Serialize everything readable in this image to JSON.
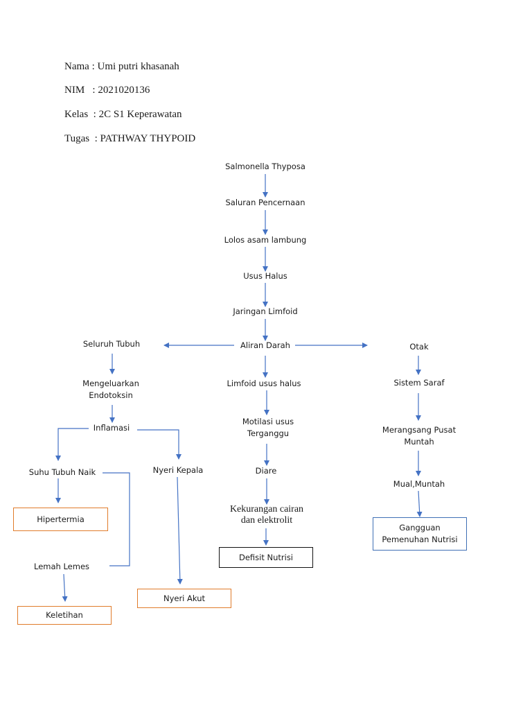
{
  "header": {
    "nama": "Nama : Umi putri khasanah",
    "nim": "NIM   : 2021020136",
    "kelas": "Kelas  : 2C S1 Keperawatan",
    "tugas": "Tugas  : PATHWAY THYPOID"
  },
  "center": {
    "salmonella": "Salmonella Thyposa",
    "saluran": "Saluran Pencernaan",
    "lolos": "Lolos asam lambung",
    "usus": "Usus Halus",
    "jaringan": "Jaringan Limfoid",
    "aliran": "Aliran Darah",
    "limfoid": "Limfoid usus halus",
    "motilasi": "Motilasi usus\nTerganggu",
    "diare": "Diare",
    "kekurangan": "Kekurangan cairan\ndan elektrolit",
    "defisit": "Defisit Nutrisi"
  },
  "left": {
    "seluruh": "Seluruh Tubuh",
    "mengeluarkan": "Mengeluarkan\nEndotoksin",
    "inflamasi": "Inflamasi",
    "suhu": "Suhu Tubuh Naik",
    "hipertermia": "Hipertermia",
    "lemah": "Lemah Lemes",
    "keletihan": "Keletihan",
    "nyeri_kepala": "Nyeri Kepala",
    "nyeri_akut": "Nyeri Akut"
  },
  "right": {
    "otak": "Otak",
    "sistem": "Sistem Saraf",
    "merangsang": "Merangsang Pusat\nMuntah",
    "mual": "Mual,Muntah",
    "gangguan": "Gangguan\nPemenuhan Nutrisi"
  },
  "colors": {
    "arrow": "#4472c4",
    "orange_box": "#e07b2a",
    "blue_box": "#3f6fb5",
    "black_box": "#111111"
  }
}
